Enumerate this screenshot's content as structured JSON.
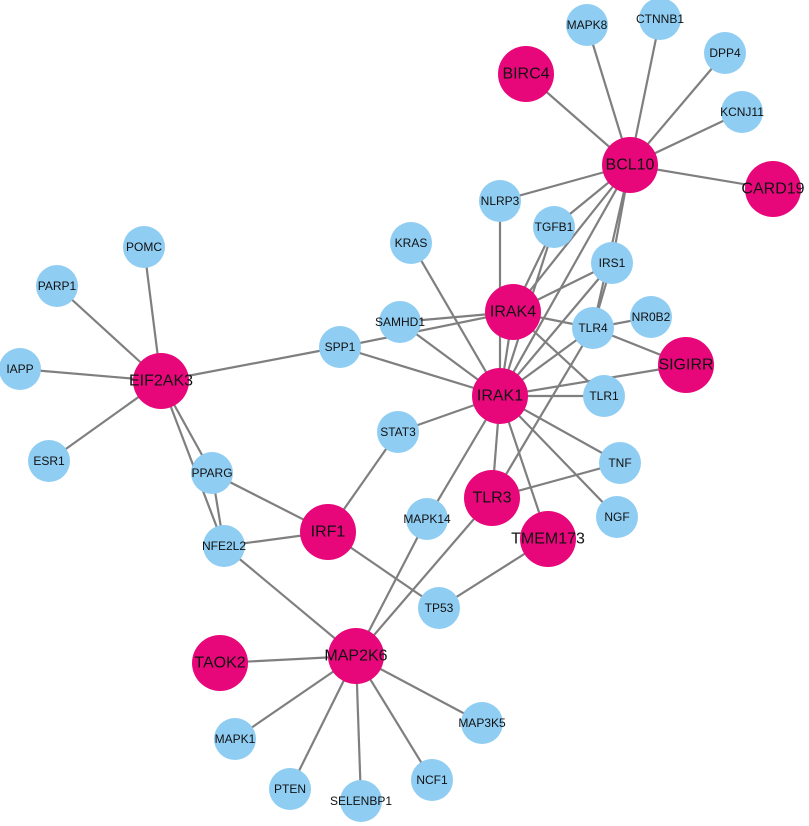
{
  "colors": {
    "small_node": "#8fcdf2",
    "hub_node": "#e8077a",
    "edge": "#7f7f7f"
  },
  "nodes": [
    {
      "id": "BCL10",
      "label": "BCL10",
      "hub": true
    },
    {
      "id": "BIRC4",
      "label": "BIRC4",
      "hub": true
    },
    {
      "id": "CARD19",
      "label": "CARD19",
      "hub": true
    },
    {
      "id": "IRAK4",
      "label": "IRAK4",
      "hub": true
    },
    {
      "id": "IRAK1",
      "label": "IRAK1",
      "hub": true
    },
    {
      "id": "SIGIRR",
      "label": "SIGIRR",
      "hub": true
    },
    {
      "id": "EIF2AK3",
      "label": "EIF2AK3",
      "hub": true
    },
    {
      "id": "IRF1",
      "label": "IRF1",
      "hub": true
    },
    {
      "id": "TLR3",
      "label": "TLR3",
      "hub": true
    },
    {
      "id": "TMEM173",
      "label": "TMEM173",
      "hub": true
    },
    {
      "id": "MAP2K6",
      "label": "MAP2K6",
      "hub": true
    },
    {
      "id": "TAOK2",
      "label": "TAOK2",
      "hub": true
    },
    {
      "id": "MAPK8",
      "label": "MAPK8",
      "hub": false
    },
    {
      "id": "CTNNB1",
      "label": "CTNNB1",
      "hub": false
    },
    {
      "id": "DPP4",
      "label": "DPP4",
      "hub": false
    },
    {
      "id": "KCNJ11",
      "label": "KCNJ11",
      "hub": false
    },
    {
      "id": "NLRP3",
      "label": "NLRP3",
      "hub": false
    },
    {
      "id": "TGFB1",
      "label": "TGFB1",
      "hub": false
    },
    {
      "id": "KRAS",
      "label": "KRAS",
      "hub": false
    },
    {
      "id": "IRS1",
      "label": "IRS1",
      "hub": false
    },
    {
      "id": "SAMHD1",
      "label": "SAMHD1",
      "hub": false
    },
    {
      "id": "TLR4",
      "label": "TLR4",
      "hub": false
    },
    {
      "id": "NR0B2",
      "label": "NR0B2",
      "hub": false
    },
    {
      "id": "SPP1",
      "label": "SPP1",
      "hub": false
    },
    {
      "id": "TLR1",
      "label": "TLR1",
      "hub": false
    },
    {
      "id": "POMC",
      "label": "POMC",
      "hub": false
    },
    {
      "id": "PARP1",
      "label": "PARP1",
      "hub": false
    },
    {
      "id": "IAPP",
      "label": "IAPP",
      "hub": false
    },
    {
      "id": "ESR1",
      "label": "ESR1",
      "hub": false
    },
    {
      "id": "STAT3",
      "label": "STAT3",
      "hub": false
    },
    {
      "id": "PPARG",
      "label": "PPARG",
      "hub": false
    },
    {
      "id": "TNF",
      "label": "TNF",
      "hub": false
    },
    {
      "id": "NGF",
      "label": "NGF",
      "hub": false
    },
    {
      "id": "MAPK14",
      "label": "MAPK14",
      "hub": false
    },
    {
      "id": "NFE2L2",
      "label": "NFE2L2",
      "hub": false
    },
    {
      "id": "TP53",
      "label": "TP53",
      "hub": false
    },
    {
      "id": "MAP3K5",
      "label": "MAP3K5",
      "hub": false
    },
    {
      "id": "MAPK1",
      "label": "MAPK1",
      "hub": false
    },
    {
      "id": "PTEN",
      "label": "PTEN",
      "hub": false
    },
    {
      "id": "SELENBP1",
      "label": "SELENBP1",
      "hub": false
    },
    {
      "id": "NCF1",
      "label": "NCF1",
      "hub": false
    }
  ],
  "edges": [
    [
      "BCL10",
      "MAPK8"
    ],
    [
      "BCL10",
      "CTNNB1"
    ],
    [
      "BCL10",
      "DPP4"
    ],
    [
      "BCL10",
      "KCNJ11"
    ],
    [
      "BCL10",
      "BIRC4"
    ],
    [
      "BCL10",
      "CARD19"
    ],
    [
      "BCL10",
      "NLRP3"
    ],
    [
      "BCL10",
      "TGFB1"
    ],
    [
      "BCL10",
      "IRAK4"
    ],
    [
      "BCL10",
      "IRAK1"
    ],
    [
      "BCL10",
      "TLR4"
    ],
    [
      "BCL10",
      "IRS1"
    ],
    [
      "NLRP3",
      "IRAK1"
    ],
    [
      "TGFB1",
      "IRAK4"
    ],
    [
      "TGFB1",
      "IRAK1"
    ],
    [
      "KRAS",
      "IRAK1"
    ],
    [
      "IRS1",
      "IRAK4"
    ],
    [
      "IRS1",
      "IRAK1"
    ],
    [
      "IRS1",
      "TLR4"
    ],
    [
      "IRAK4",
      "SAMHD1"
    ],
    [
      "IRAK4",
      "TLR4"
    ],
    [
      "IRAK4",
      "SPP1"
    ],
    [
      "IRAK4",
      "IRAK1"
    ],
    [
      "IRAK4",
      "TLR1"
    ],
    [
      "TLR4",
      "NR0B2"
    ],
    [
      "TLR4",
      "SIGIRR"
    ],
    [
      "TLR4",
      "IRAK1"
    ],
    [
      "TLR4",
      "TLR3"
    ],
    [
      "SAMHD1",
      "IRAK1"
    ],
    [
      "SPP1",
      "IRAK1"
    ],
    [
      "SPP1",
      "EIF2AK3"
    ],
    [
      "IRAK1",
      "SIGIRR"
    ],
    [
      "IRAK1",
      "TLR1"
    ],
    [
      "IRAK1",
      "TNF"
    ],
    [
      "IRAK1",
      "NGF"
    ],
    [
      "IRAK1",
      "TMEM173"
    ],
    [
      "IRAK1",
      "TLR3"
    ],
    [
      "IRAK1",
      "STAT3"
    ],
    [
      "IRAK1",
      "MAPK14"
    ],
    [
      "EIF2AK3",
      "POMC"
    ],
    [
      "EIF2AK3",
      "PARP1"
    ],
    [
      "EIF2AK3",
      "IAPP"
    ],
    [
      "EIF2AK3",
      "ESR1"
    ],
    [
      "EIF2AK3",
      "PPARG"
    ],
    [
      "EIF2AK3",
      "NFE2L2"
    ],
    [
      "PPARG",
      "IRF1"
    ],
    [
      "PPARG",
      "NFE2L2"
    ],
    [
      "NFE2L2",
      "IRF1"
    ],
    [
      "NFE2L2",
      "MAP2K6"
    ],
    [
      "STAT3",
      "IRF1"
    ],
    [
      "IRF1",
      "TP53"
    ],
    [
      "TLR3",
      "TNF"
    ],
    [
      "TLR3",
      "MAP2K6"
    ],
    [
      "TMEM173",
      "TP53"
    ],
    [
      "MAPK14",
      "MAP2K6"
    ],
    [
      "MAP2K6",
      "TAOK2"
    ],
    [
      "MAP2K6",
      "MAP3K5"
    ],
    [
      "MAP2K6",
      "MAPK1"
    ],
    [
      "MAP2K6",
      "PTEN"
    ],
    [
      "MAP2K6",
      "SELENBP1"
    ],
    [
      "MAP2K6",
      "NCF1"
    ]
  ]
}
